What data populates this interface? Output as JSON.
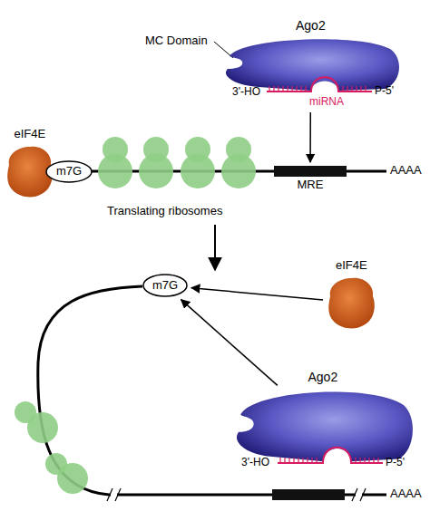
{
  "diagram": {
    "nodes": [
      {
        "text": [
          "Ago2"
        ]
      },
      {
        "text": [
          "eIF4E"
        ]
      },
      {
        "text": [
          "m7G"
        ]
      },
      {
        "text": [
          "MRE"
        ]
      },
      {
        "text": [
          "m7G"
        ]
      },
      {
        "text": [
          "eIF4E"
        ]
      },
      {
        "text": [
          "Ago2"
        ]
      }
    ],
    "edges": [
      {
        "from": 0,
        "to": 3,
        "arrow": "to"
      },
      {
        "from": 5,
        "to": 4,
        "arrow": "to"
      },
      {
        "from": 6,
        "to": 4,
        "arrow": "to"
      }
    ],
    "labels": [
      "MC Domain",
      "3'-HO",
      "P-5'",
      "miRNA",
      "Translating ribosomes",
      "AAAA",
      "3'-HO",
      "P-5'",
      "AAAA"
    ]
  }
}
